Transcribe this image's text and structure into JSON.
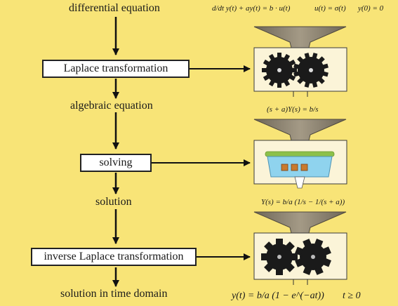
{
  "steps": {
    "differential_equation": "differential equation",
    "laplace_transformation": "Laplace transformation",
    "algebraic_equation": "algebraic equation",
    "solving": "solving",
    "solution": "solution",
    "inverse_laplace_transformation": "inverse Laplace transformation",
    "solution_time_domain": "solution in time domain"
  },
  "formulas": {
    "ode": "d/dt y(t) + ay(t) = b · u(t)",
    "input": "u(t) = σ(t)",
    "initial": "y(0) = 0",
    "algebraic": "(s + a)Y(s) = b/s",
    "solution_s": "Y(s) = b/a (1/s − 1/(s + a))",
    "solution_t": "y(t) = b/a (1 − e^(−at))",
    "condition": "t ≥ 0"
  },
  "colors": {
    "background": "#f8e477",
    "machine_body": "#fbf4d8",
    "funnel": "#8d8371",
    "gear": "#1a1a1a",
    "tray": "#8fd3ee",
    "tray_rim": "#8cc04a",
    "tile": "#c97a2d"
  }
}
